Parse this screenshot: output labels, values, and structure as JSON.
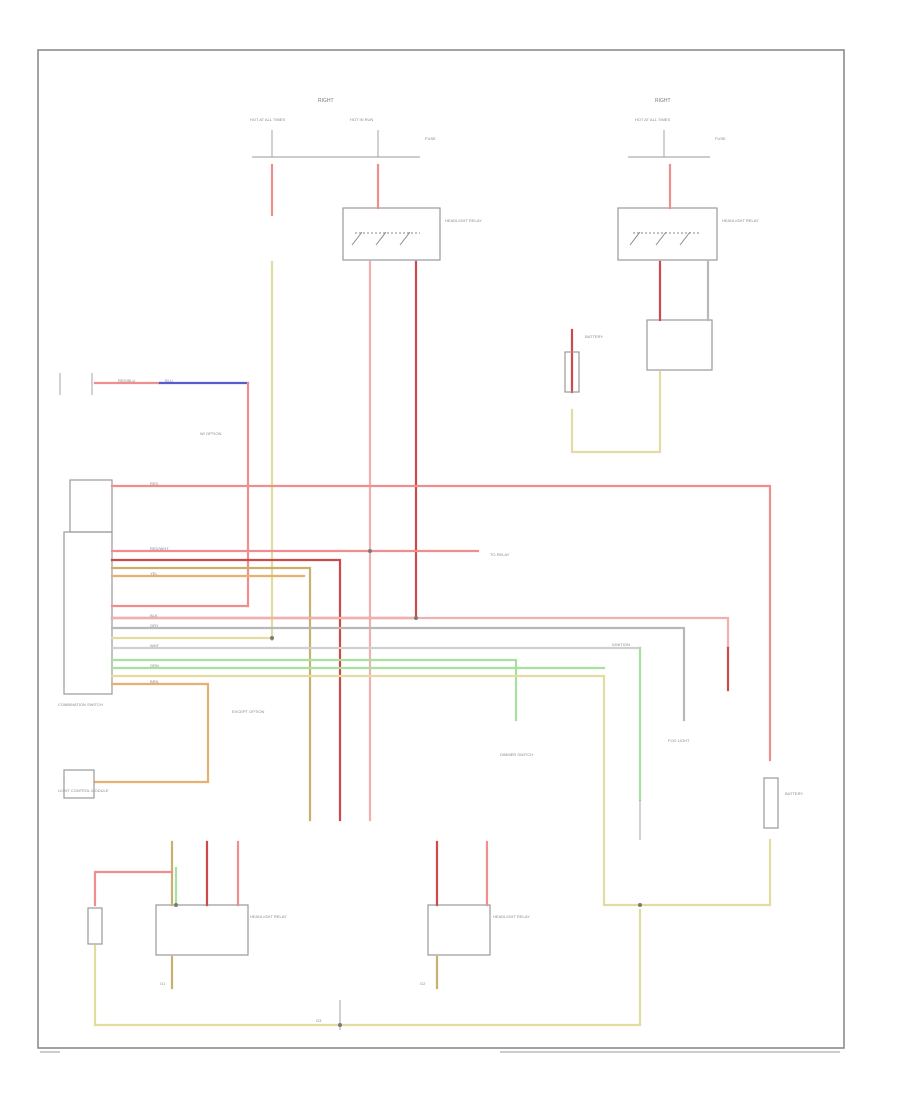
{
  "colors": {
    "frame": "#8c8c8c",
    "red": "#ee8e8e",
    "darkred": "#cc4a4a",
    "pink": "#f0b0b0",
    "yellow": "#e2dca0",
    "tan": "#c8b070",
    "green": "#a8e0a0",
    "blue": "#5a5ad0",
    "gray": "#b8b8b8",
    "orange": "#e8b070"
  },
  "labels": {
    "hot_at_all_times_left": "HOT AT ALL TIMES",
    "hot_in_run": "HOT IN RUN",
    "hot_at_all_times_right": "HOT AT ALL TIMES",
    "header_left": "RIGHT",
    "header_right": "RIGHT",
    "fuse_left": "FUSE",
    "fuse_right": "FUSE",
    "battery_top": "BATTERY",
    "battery_right": "BATTERY",
    "combination_switch": "COMBINATION SWITCH",
    "light_control_module": "LIGHT CONTROL MODULE",
    "headlight_relay_left": "HEADLIGHT RELAY",
    "headlight_relay_mid": "HEADLIGHT RELAY",
    "headlight_relay_top": "HEADLIGHT RELAY",
    "headlight_dimmer": "DIMMER SWITCH",
    "fog_light": "FOG LIGHT",
    "to_relay": "TO RELAY",
    "ignition": "IGNITION",
    "with_option": "W/ OPTION",
    "except_option": "EXCEPT OPTION",
    "ground_g1": "G1",
    "ground_g2": "G2",
    "ground_g3": "G3"
  },
  "wire_codes": [
    "RED/BLU",
    "BLU",
    "RED",
    "RED/WHT",
    "YEL",
    "GRN",
    "BRN",
    "GRY",
    "BLK",
    "WHT"
  ]
}
